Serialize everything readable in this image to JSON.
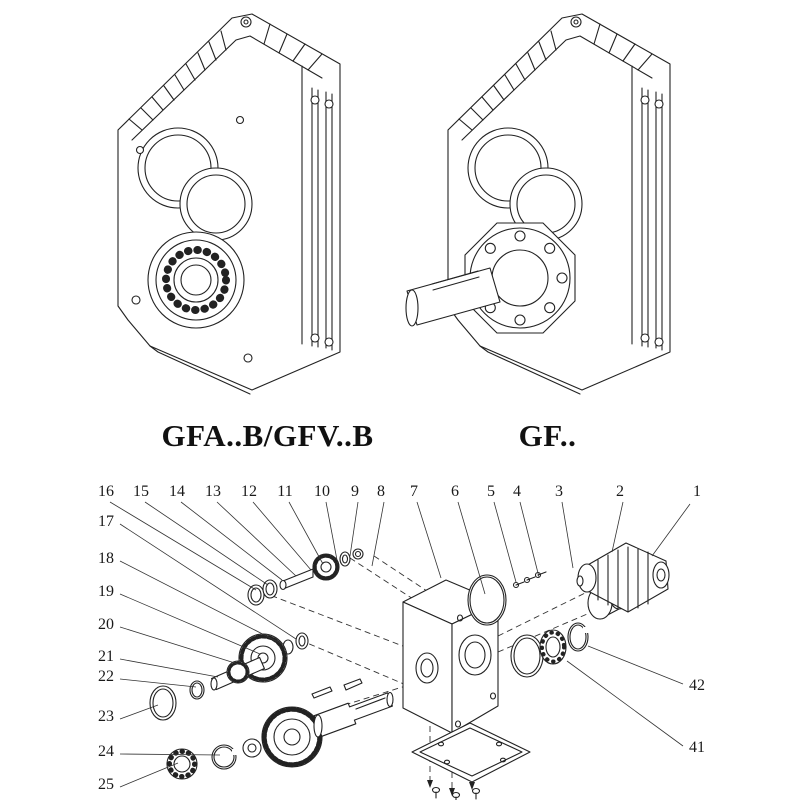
{
  "page": {
    "background": "#ffffff",
    "line_color": "#222222",
    "text_color": "#111111"
  },
  "figures": [
    {
      "id": "gfab",
      "caption": "GFA..B/GFV..B",
      "illustration": "shaft-mounted-helical-gearbox-isometric-drawing"
    },
    {
      "id": "gf",
      "caption": "GF..",
      "illustration": "flange-output-helical-gearbox-isometric-drawing"
    }
  ],
  "exploded_view": {
    "illustration": "gearbox-exploded-parts-diagram",
    "callouts": {
      "top_row": [
        "16",
        "15",
        "14",
        "13",
        "12",
        "11",
        "10",
        "9",
        "8",
        "7",
        "6",
        "5",
        "4",
        "3",
        "2",
        "1"
      ],
      "left_column": [
        "17",
        "18",
        "19",
        "20",
        "21",
        "22",
        "23",
        "24",
        "25"
      ],
      "right_column": [
        "42",
        "41"
      ]
    }
  }
}
